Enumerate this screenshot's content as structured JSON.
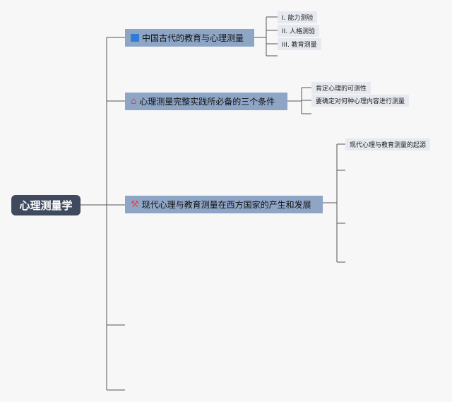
{
  "root": {
    "label": "心理测量学"
  },
  "branches": [
    {
      "label": "中国古代的教育与心理测量",
      "icon": "flag-icon",
      "children": [
        "I. 能力测验",
        "II. 人格测验",
        "III. 教育测量"
      ]
    },
    {
      "label": "心理测量完整实践所必备的三个条件",
      "icon": "home-icon",
      "children": [
        "肯定心理的可测性",
        "要确定对何种心理内容进行测量"
      ]
    },
    {
      "label": "现代心理与教育测量在西方国家的产生和发展",
      "icon": "tools-icon",
      "children": [
        "现代心理与教育测量的起源"
      ]
    }
  ],
  "colors": {
    "root_bg": "#3f4a5e",
    "branch_bg": "#8ea5c6",
    "leaf_bg": "#e6e9ef",
    "line": "#555555"
  }
}
